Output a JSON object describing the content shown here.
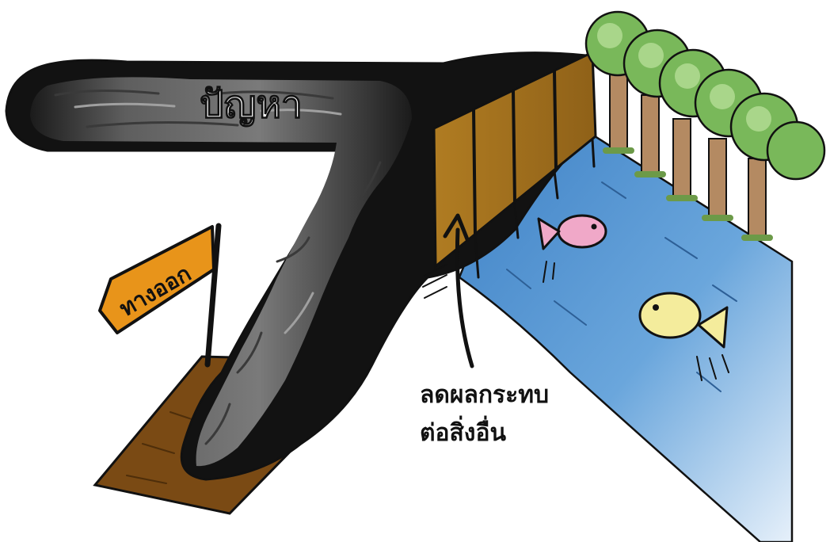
{
  "labels": {
    "problem": "ปัญหา",
    "exit_sign": "ทางออก",
    "caption_line1": "ลดผลกระทบ",
    "caption_line2": "ต่อสิ่งอื่น"
  },
  "colors": {
    "ink": "#111111",
    "smoke_gray": "#6f6f6f",
    "smoke_light": "#8a8a8a",
    "smoke_dark": "#1a1a1a",
    "dirt": "#7a4a14",
    "sign": "#e8941a",
    "dam": "#a8741e",
    "water": "#5b9bd8",
    "water_light": "#d8e8f6",
    "tree_leaf": "#79b85a",
    "tree_leaf_light": "#a9d68a",
    "tree_trunk": "#b48a62",
    "grass": "#6c9a48",
    "fish_pink": "#f0a8c8",
    "fish_yellow": "#f4ec9c",
    "label_text": "#ffffff",
    "caption_text": "#111111"
  },
  "icons": {
    "sign": "signpost-icon",
    "arrow": "arrow-up-icon",
    "fish": "fish-icon",
    "tree": "tree-icon"
  }
}
